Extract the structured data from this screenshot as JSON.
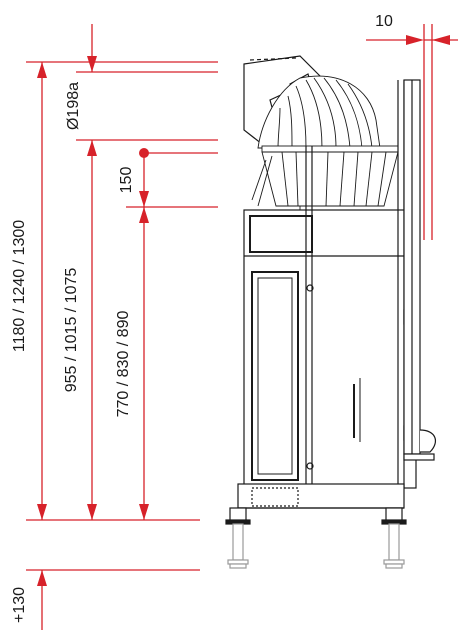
{
  "diagram": {
    "accent_color": "#d7222a",
    "line_color": "#1a1a1a",
    "labels": {
      "gap_top": "10",
      "flue_diameter": "Ø198a",
      "offset_150": "150",
      "height_total": "1180 / 1240 / 1300",
      "height_flue_start": "955 / 1015 / 1075",
      "height_outlet": "770 / 830 / 890",
      "leg_extension": "+130"
    }
  }
}
